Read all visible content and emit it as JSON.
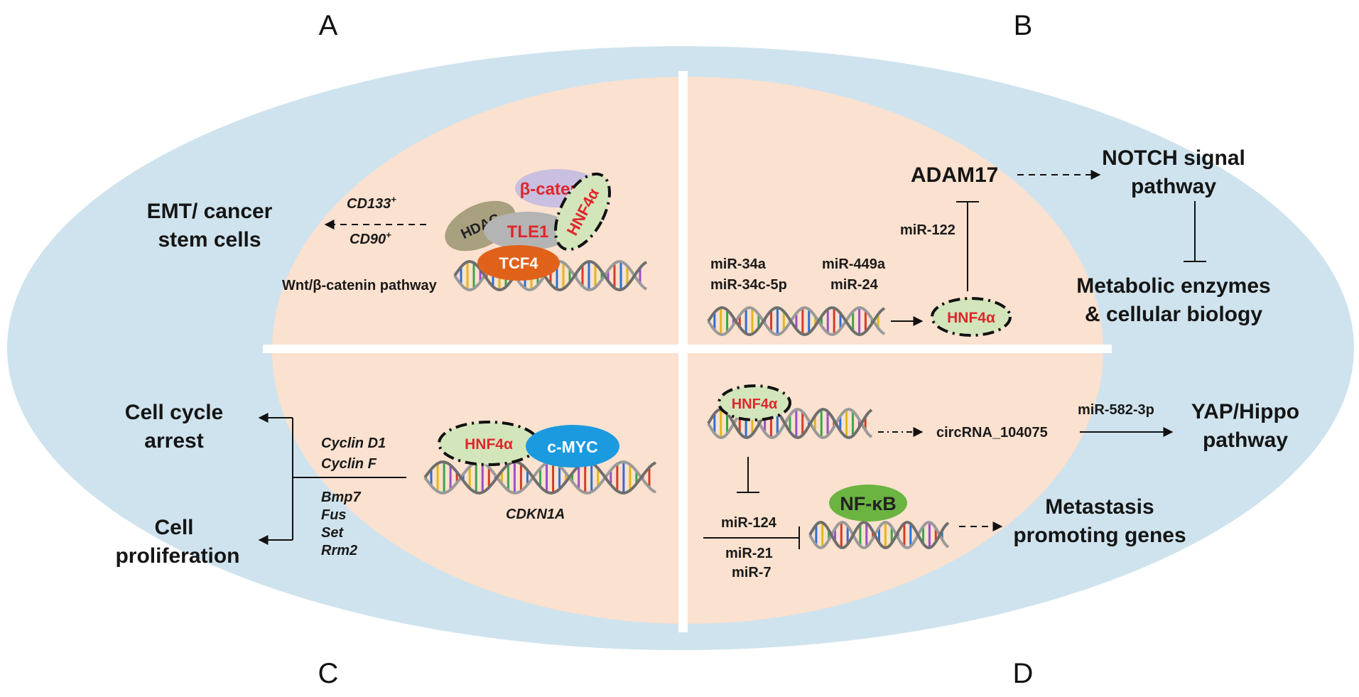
{
  "panels": {
    "a": "A",
    "b": "B",
    "c": "C",
    "d": "D"
  },
  "panel_a": {
    "emt_line1": "EMT/ cancer",
    "emt_line2": "stem cells",
    "cd133": "CD133",
    "cd133_sup": "+",
    "cd90": "CD90",
    "cd90_sup": "+",
    "wnt": "Wnt/β-catenin pathway",
    "beta_catenin": "β-catenin",
    "hdac": "HDAC",
    "tle1": "TLE1",
    "hnf4a": "HNF4α",
    "tcf4": "TCF4"
  },
  "panel_b": {
    "adam17": "ADAM17",
    "notch_line1": "NOTCH signal",
    "notch_line2": "pathway",
    "metabolic_line1": "Metabolic enzymes",
    "metabolic_line2": "& cellular biology",
    "mir122": "miR-122",
    "mir34a": "miR-34a",
    "mir34c": "miR-34c-5p",
    "mir449a": "miR-449a",
    "mir24": "miR-24",
    "hnf4a": "HNF4α"
  },
  "panel_c": {
    "arrest_line1": "Cell cycle",
    "arrest_line2": "arrest",
    "prolif_line1": "Cell",
    "prolif_line2": "proliferation",
    "cyclin_d1": "Cyclin D1",
    "cyclin_f": "Cyclin F",
    "bmp7": "Bmp7",
    "fus": "Fus",
    "set": "Set",
    "rrm2": "Rrm2",
    "hnf4a": "HNF4α",
    "cmyc": "c-MYC",
    "cdkn1a": "CDKN1A"
  },
  "panel_d": {
    "hnf4a": "HNF4α",
    "circrna": "circRNA_104075",
    "mir582": "miR-582-3p",
    "yap_line1": "YAP/Hippo",
    "yap_line2": "pathway",
    "nfkb": "NF-κB",
    "mir124": "miR-124",
    "mir21": "miR-21",
    "mir7": "miR-7",
    "metastasis_line1": "Metastasis",
    "metastasis_line2": "promoting genes"
  },
  "colors": {
    "outer_ellipse": "#cfe3ee",
    "inner_ellipse": "#fbe1cf",
    "hnf4a_fill": "#d3e5bb",
    "hnf4a_text": "#e0262c",
    "beta_catenin_fill": "#c9bfe0",
    "hdac_fill": "#a8a07f",
    "tle1_fill": "#b4b4b4",
    "tcf4_fill": "#e0621a",
    "cmyc_fill": "#1b9ae0",
    "nfkb_fill": "#6cb442"
  }
}
